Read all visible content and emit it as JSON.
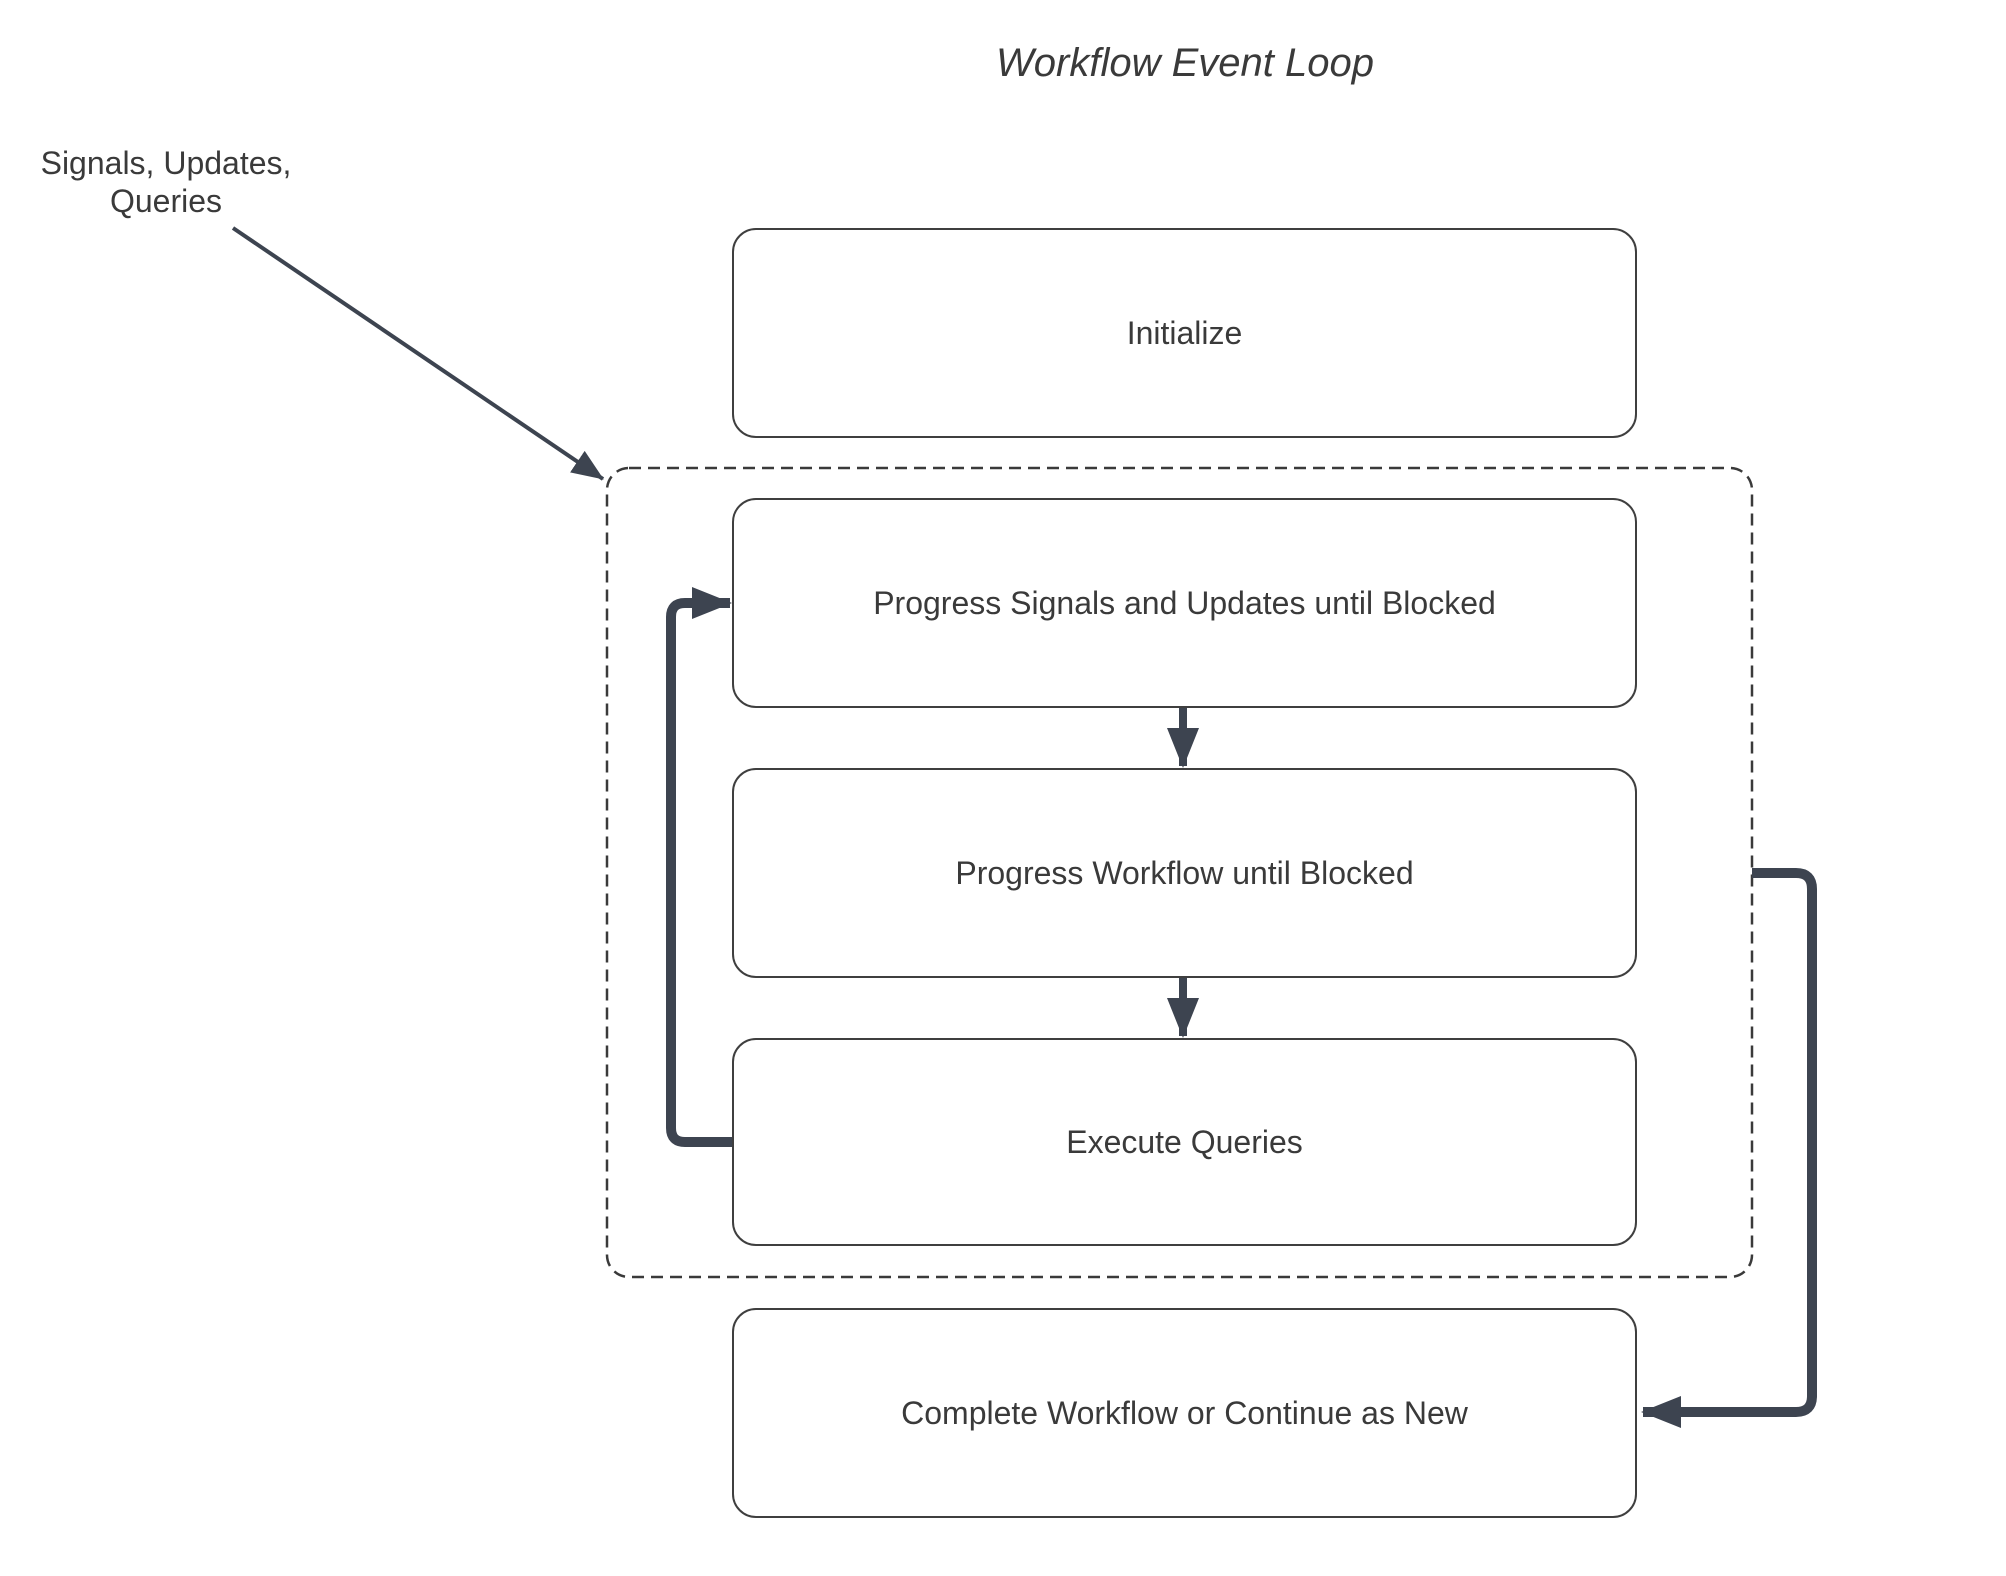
{
  "diagram": {
    "title": "Workflow Event Loop",
    "annotation": {
      "lines": [
        "Signals, Updates,",
        "Queries"
      ]
    },
    "nodes": {
      "initialize": "Initialize",
      "progress_signals": "Progress Signals and Updates until Blocked",
      "progress_workflow": "Progress Workflow until Blocked",
      "execute_queries": "Execute Queries",
      "complete": "Complete Workflow or Continue as New"
    },
    "connectors": {
      "external_events_arrow": "annotation-to-loop-container",
      "signals_to_workflow": "progress-signals-to-progress-workflow",
      "workflow_to_queries": "progress-workflow-to-execute-queries",
      "queries_loopback": "execute-queries-back-to-progress-signals",
      "loop_to_complete": "loop-container-to-complete-workflow"
    },
    "colors": {
      "connector": "#3d4450",
      "box_border": "#3f3f3f",
      "dashed_border": "#3a3a3a",
      "text": "#3a3a3a",
      "background": "#ffffff"
    }
  }
}
